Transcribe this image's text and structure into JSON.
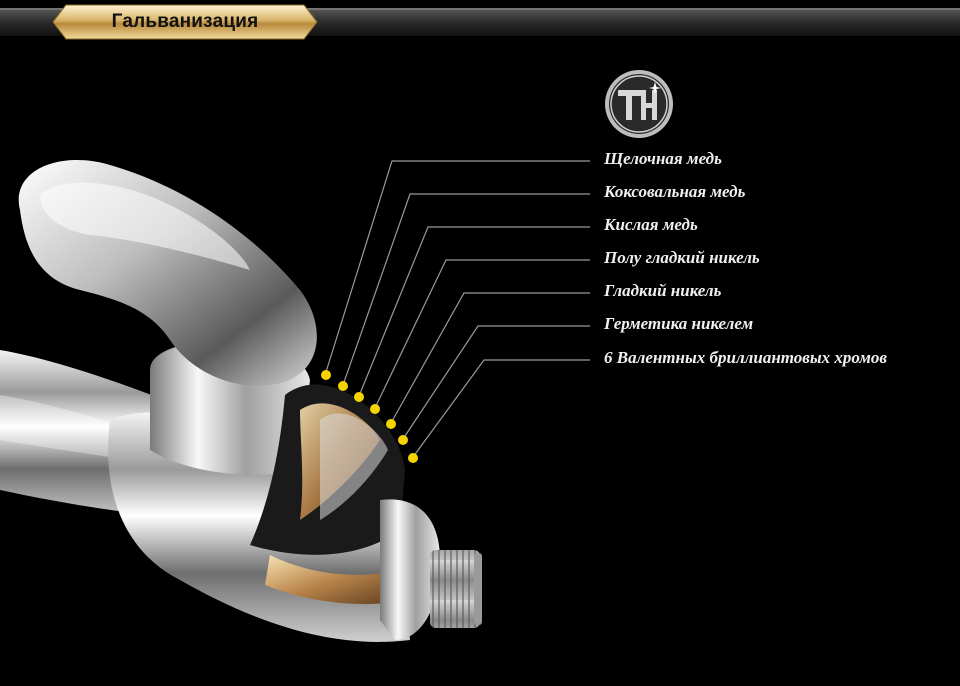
{
  "header": {
    "title": "Гальванизация"
  },
  "logo": {
    "icon": "brand-th-logo-icon"
  },
  "layers": [
    {
      "label": "Щелочная медь"
    },
    {
      "label": "Коксовальная медь"
    },
    {
      "label": "Кислая медь"
    },
    {
      "label": "Полу гладкий никель"
    },
    {
      "label": "Гладкий никель"
    },
    {
      "label": "Герметика никелем"
    },
    {
      "label": "6 Валентных бриллиантовых хромов"
    }
  ],
  "colors": {
    "background": "#000000",
    "marker": "#f5d400",
    "gold_tab": "#d8b46a",
    "label_text": "#f0f0f0"
  }
}
